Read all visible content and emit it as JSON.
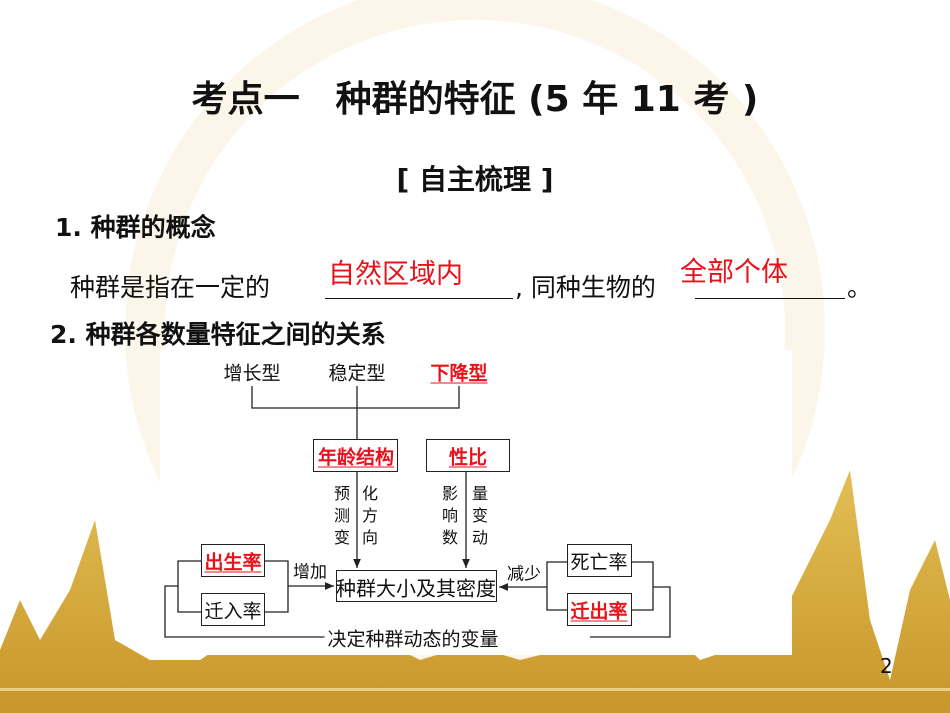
{
  "title": "考点一　种群的特征 (5 年 11 考 )",
  "subtitle": "[ 自主梳理 ]",
  "section1": {
    "heading": "1. 种群的概念",
    "text_part1": "种群是指在一定的",
    "answer1": "自然区域内",
    "text_part2": ", 同种生物的",
    "answer2": "全部个体",
    "text_end": "。"
  },
  "section2": {
    "heading": "2. 种群各数量特征之间的关系"
  },
  "diagram": {
    "age_types": [
      "增长型",
      "稳定型",
      "下降型"
    ],
    "age_structure": "年龄结构",
    "sex_ratio": "性比",
    "predict_label_1": "预测变",
    "predict_label_2": "化方向",
    "affect_label_1": "影响数",
    "affect_label_2": "量变动",
    "center": "种群大小及其密度",
    "birth_rate": "出生率",
    "immigration_rate": "迁入率",
    "death_rate": "死亡率",
    "emigration_rate": "迁出率",
    "increase": "增加",
    "decrease": "减少",
    "bottom_label": "决定种群动态的变量"
  },
  "page_number": "2",
  "colors": {
    "answer": "#e8121a",
    "gold": "#d4a83a"
  }
}
